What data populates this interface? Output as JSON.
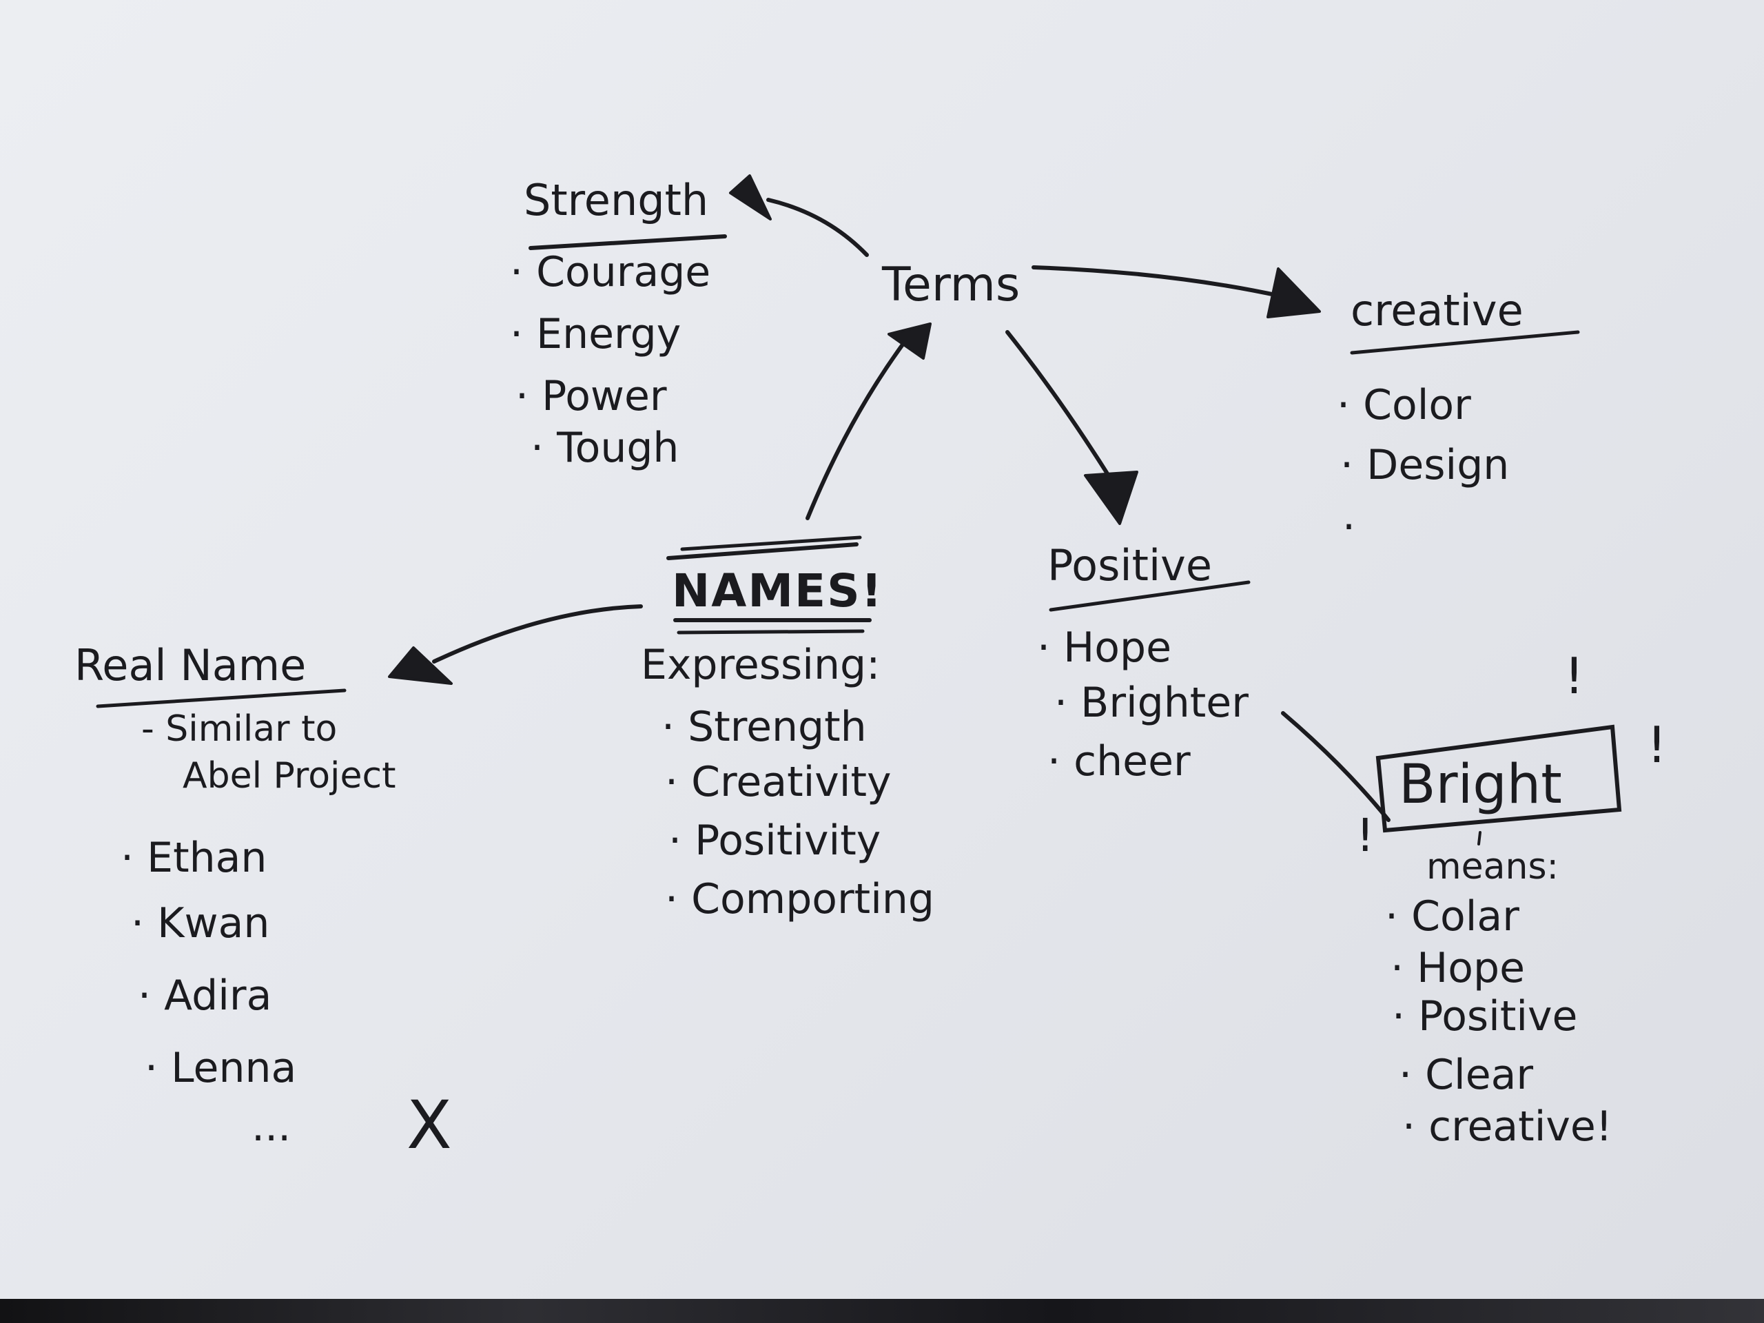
{
  "center": {
    "title": "NAMES!",
    "subtitle": "Expressing:",
    "items": [
      "Strength",
      "Creativity",
      "Positivity",
      "Comporting"
    ]
  },
  "terms": {
    "label": "Terms"
  },
  "strength": {
    "title": "Strength",
    "items": [
      "Courage",
      "Energy",
      "Power",
      "Tough"
    ]
  },
  "creative": {
    "title": "creative",
    "items": [
      "Color",
      "Design",
      ""
    ]
  },
  "positive": {
    "title": "Positive",
    "items": [
      "Hope",
      "Brighter",
      "cheer"
    ]
  },
  "real_name": {
    "title": "Real Name",
    "note_line1": "- Similar to",
    "note_line2": "Abel Project",
    "items": [
      "Ethan",
      "Kwan",
      "Adira",
      "Lenna"
    ],
    "more": "...",
    "cross": "X"
  },
  "bright": {
    "title": "Bright",
    "means": "means:",
    "items": [
      "Colar",
      "Hope",
      "Positive",
      "Clear",
      "creative!"
    ],
    "exclaims": [
      "!",
      "!",
      "!"
    ]
  },
  "colors": {
    "ink": "#1b1b1f",
    "paper": "#e8eaee",
    "background": "#1c1c1f"
  }
}
